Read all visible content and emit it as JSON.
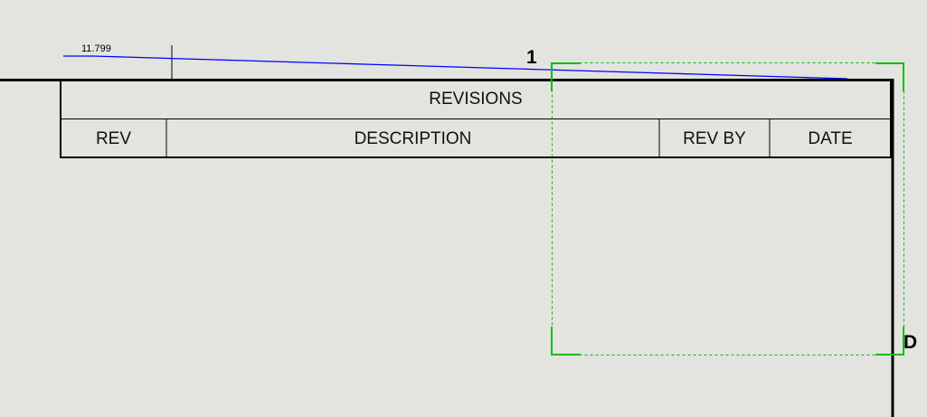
{
  "dimension": {
    "value": "11.799"
  },
  "zone_labels": {
    "column": "1",
    "row": "D"
  },
  "revisions_table": {
    "title": "REVISIONS",
    "columns": [
      "REV",
      "DESCRIPTION",
      "REV BY",
      "DATE"
    ]
  },
  "colors": {
    "background": "#e3e3df",
    "sketch_line": "#0000ff",
    "selection_box": "#00c000",
    "border": "#000000"
  }
}
